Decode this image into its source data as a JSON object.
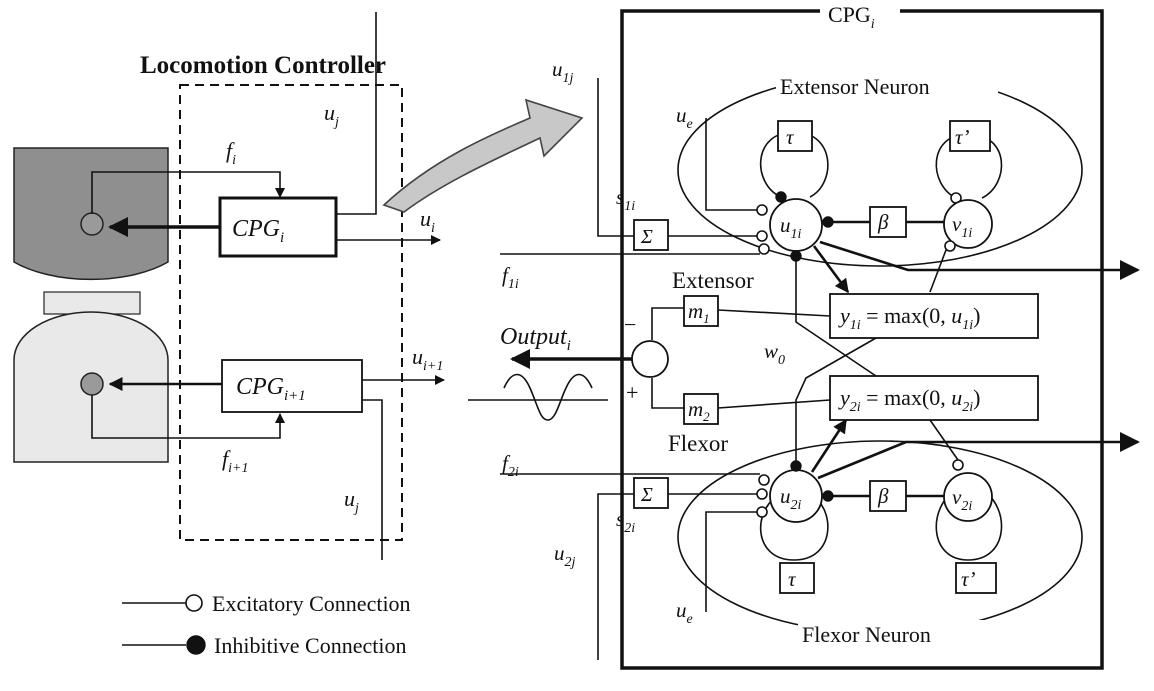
{
  "title": "Locomotion Controller",
  "cpg_panel_title": "CPG",
  "cpg_panel_title_sub": "i",
  "controller": {
    "cpg_i_base": "CPG",
    "cpg_i_sub": "i",
    "cpg_i1_base": "CPG",
    "cpg_i1_sub": "i+1",
    "u_j": "u",
    "u_j_sub": "j",
    "u_i": "u",
    "u_i_sub": "i",
    "u_i1": "u",
    "u_i1_sub": "i+1",
    "f_i": "f",
    "f_i_sub": "i",
    "f_i1": "f",
    "f_i1_sub": "i+1"
  },
  "output": {
    "base": "Output",
    "sub": "i",
    "minus": "−",
    "plus": "+"
  },
  "extensor": {
    "group_label": "Extensor Neuron",
    "u_label": "u",
    "u_sub": "1i",
    "v_label": "v",
    "v_sub": "1i",
    "tau": "τ",
    "tau_prime": "τ’",
    "beta": "β",
    "sigma": "Σ",
    "s_label": "s",
    "s_sub": "1i",
    "ue": "u",
    "ue_sub": "e",
    "u1j": "u",
    "u1j_sub": "1j",
    "f_label": "f",
    "f_sub": "1i",
    "output_word": "Extensor",
    "m": "m",
    "m_sub": "1",
    "y_label": "y",
    "y_sub": "1i",
    "y_eq": " = max(0, ",
    "y_u": "u",
    "y_u_sub": "1i",
    "y_close": ")"
  },
  "flexor": {
    "group_label": "Flexor Neuron",
    "u_label": "u",
    "u_sub": "2i",
    "v_label": "v",
    "v_sub": "2i",
    "tau": "τ",
    "tau_prime": "τ’",
    "beta": "β",
    "sigma": "Σ",
    "s_label": "s",
    "s_sub": "2i",
    "ue": "u",
    "ue_sub": "e",
    "u2j": "u",
    "u2j_sub": "2j",
    "f_label": "f",
    "f_sub": "2i",
    "output_word": "Flexor",
    "m": "m",
    "m_sub": "2",
    "y_label": "y",
    "y_sub": "2i",
    "y_eq": " = max(0, ",
    "y_u": "u",
    "y_u_sub": "2i",
    "y_close": ")"
  },
  "w0": "w",
  "w0_sub": "0",
  "legend": {
    "excitatory": "Excitatory Connection",
    "inhibitive": "Inhibitive Connection"
  },
  "colors": {
    "upper_leg": "#8f8f8f",
    "lower_leg": "#e9e9e9",
    "joint": "#9a9a9a",
    "big_arrow": "#c8c8c8"
  }
}
